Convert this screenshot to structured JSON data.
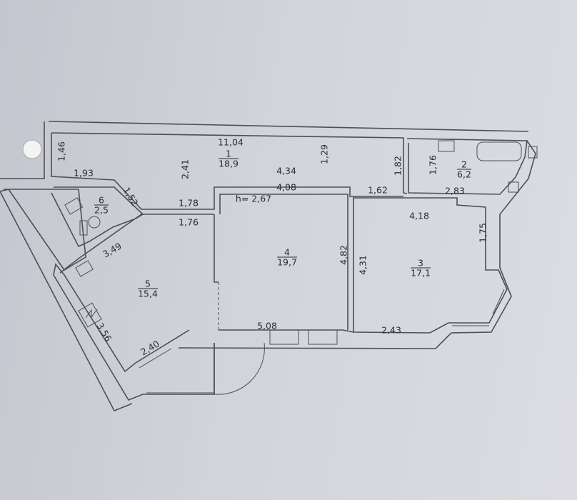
{
  "title": "Floor plan",
  "ceiling_height": "h= 2,67",
  "rooms": [
    {
      "number": "1",
      "area": "18,9"
    },
    {
      "number": "2",
      "area": "6,2"
    },
    {
      "number": "3",
      "area": "17,1"
    },
    {
      "number": "4",
      "area": "19,7"
    },
    {
      "number": "5",
      "area": "15,4"
    },
    {
      "number": "6",
      "area": "2,5"
    }
  ],
  "dimensions": {
    "d1104": "11,04",
    "d146": "1,46",
    "d193": "1,93",
    "d241": "2,41",
    "d129": "1,29",
    "d434": "4,34",
    "d408": "4,08",
    "d182": "1,82",
    "d176a": "1,76",
    "d283": "2,83",
    "d162": "1,62",
    "d152": "1,52",
    "d178": "1,78",
    "d176b": "1,76",
    "d418": "4,18",
    "d175": "1,75",
    "d349": "3,49",
    "d482": "4,82",
    "d431": "4,31",
    "d356": "3,56",
    "d508": "5,08",
    "d243": "2,43",
    "d240": "2,40"
  }
}
